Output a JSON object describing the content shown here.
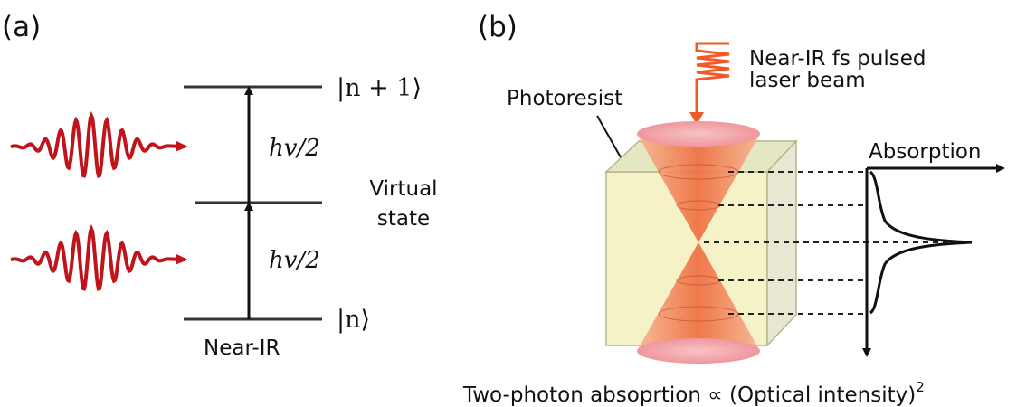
{
  "panel_a": {
    "label": "(a)",
    "upper_level": "|n + 1⟩",
    "lower_level": "|n⟩",
    "photon_energy_top": "hv/2",
    "photon_energy_bottom": "hv/2",
    "virtual_state_line1": "Virtual",
    "virtual_state_line2": "state",
    "near_ir": "Near-IR"
  },
  "panel_b": {
    "label": "(b)",
    "laser_line1": "Near-IR fs pulsed",
    "laser_line2": "laser beam",
    "photoresist": "Photoresist",
    "absorption": "Absorption",
    "caption": "Two-photon absoprtion ∝ (Optical intensity)",
    "caption_exponent": "2"
  },
  "colors": {
    "wave": "#c0141c",
    "laser": "#f05a28",
    "cone": "#f4a07a",
    "cone_dark": "#ec6a3c",
    "lens": "#f2a0a6",
    "cube": "#f6f2c8",
    "ink": "#111111"
  }
}
